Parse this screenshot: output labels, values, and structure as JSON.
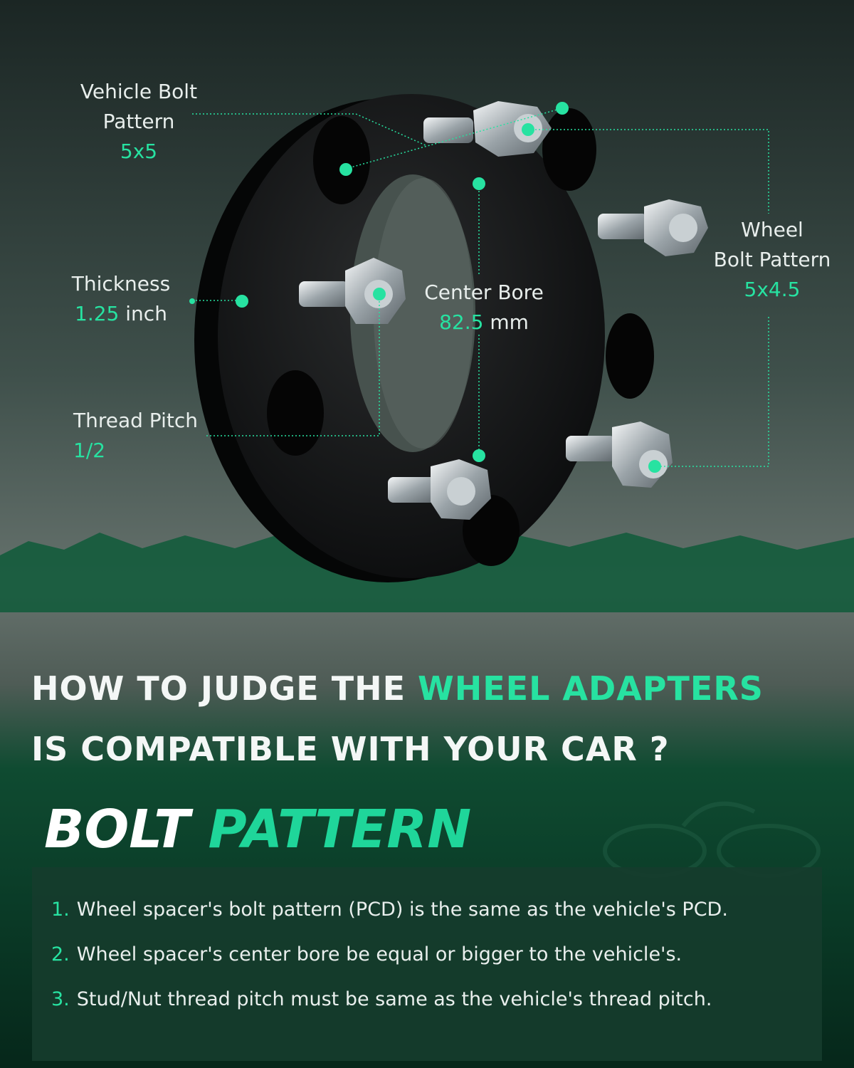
{
  "colors": {
    "accent": "#27e2a1",
    "text": "#e8eeec",
    "panel": "#163c2c"
  },
  "callouts": {
    "vehicle_bolt": {
      "label_line1": "Vehicle Bolt",
      "label_line2": "Pattern",
      "value": "5x5"
    },
    "thickness": {
      "label": "Thickness",
      "value": "1.25",
      "unit": " inch"
    },
    "thread_pitch": {
      "label": "Thread Pitch",
      "value": "1/2"
    },
    "center_bore": {
      "label": "Center Bore",
      "value": "82.5",
      "unit": " mm"
    },
    "wheel_bolt": {
      "label_line1": "Wheel",
      "label_line2": "Bolt Pattern",
      "value": "5x4.5"
    }
  },
  "headline": {
    "line1_prefix": "HOW TO JUDGE THE ",
    "line1_highlight": "WHEEL ADAPTERS",
    "line2": "IS COMPATIBLE WITH YOUR CAR ?"
  },
  "section_title": {
    "word1": "BOLT",
    "word2": "PATTERN"
  },
  "rules": [
    {
      "num": "1.",
      "text": "Wheel spacer's bolt pattern (PCD) is the same as the vehicle's PCD."
    },
    {
      "num": "2.",
      "text": "Wheel spacer's center bore be equal or bigger to the vehicle's."
    },
    {
      "num": "3.",
      "text": "Stud/Nut thread pitch must be same as the vehicle's thread pitch."
    }
  ]
}
